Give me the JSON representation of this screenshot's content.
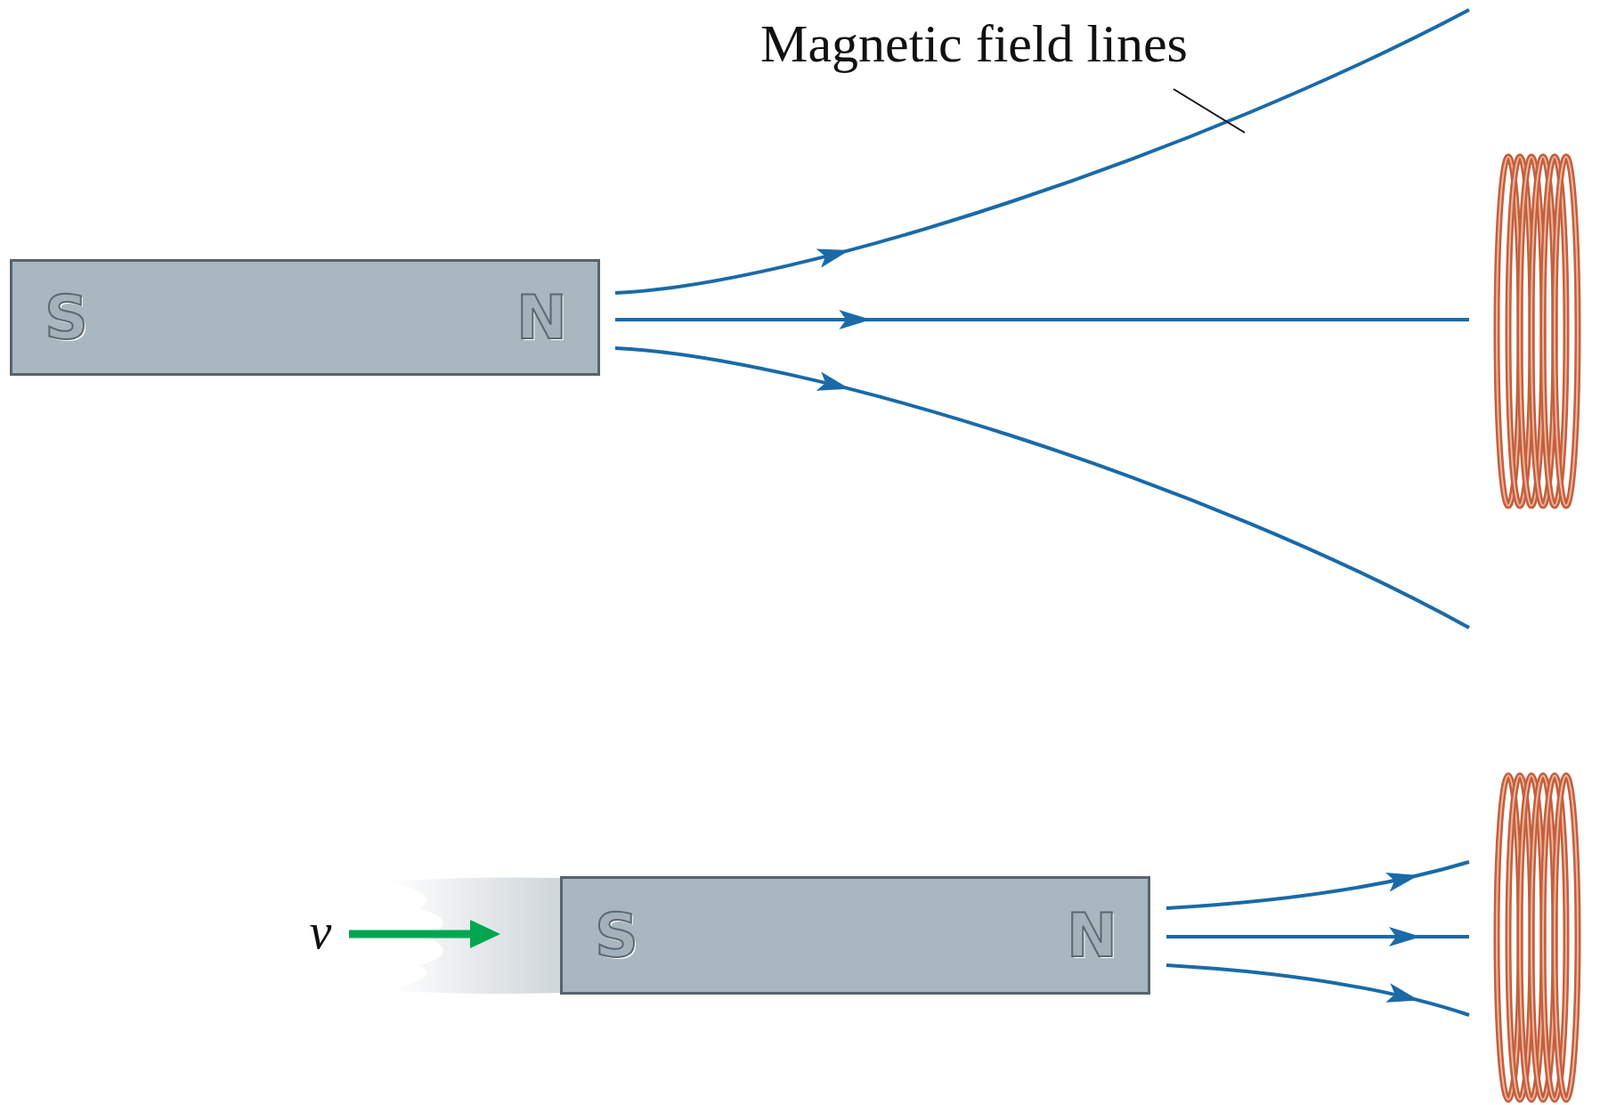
{
  "diagram": {
    "nodes": [
      {
        "text": [
          "S",
          "N"
        ]
      },
      {
        "text": [
          "S",
          "N"
        ]
      }
    ],
    "labels": [
      "Magnetic field lines",
      "v"
    ]
  }
}
